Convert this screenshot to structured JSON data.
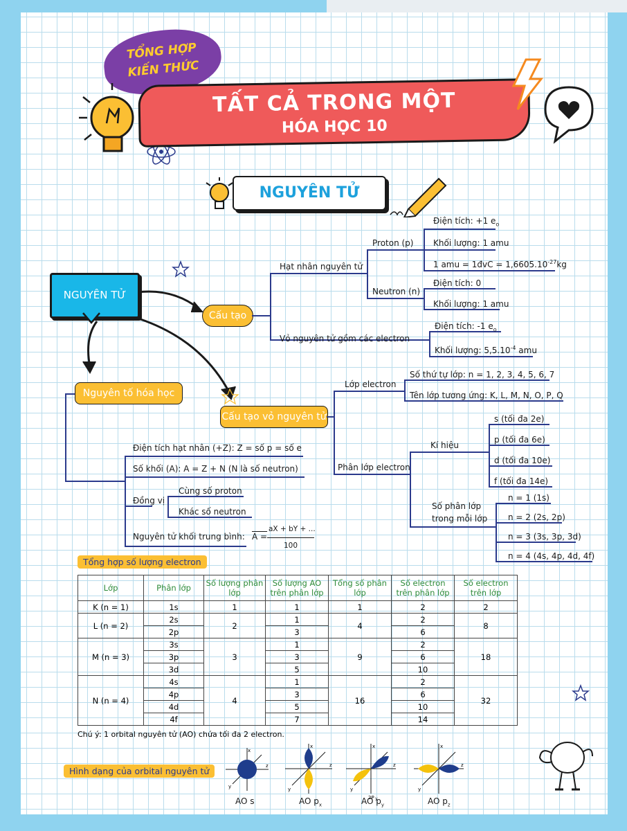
{
  "header": {
    "badge_line1": "TỔNG HỢP",
    "badge_line2": "KIẾN THỨC",
    "title": "TẤT CẢ TRONG MỘT",
    "subtitle": "HÓA HỌC 10"
  },
  "section_title": "NGUYÊN TỬ",
  "map": {
    "root": "NGUYÊN TỬ",
    "cau_tao": "Cấu tạo",
    "hat_nhan": "Hạt nhân nguyên tử",
    "proton": "Proton (p)",
    "proton_charge": "Điện tích: +1 e",
    "proton_charge_sub": "o",
    "proton_mass": "Khối lượng: 1 amu",
    "amu_def": "1 amu = 1đvC = 1,6605.10",
    "amu_exp": "-27",
    "amu_unit": "kg",
    "neutron": "Neutron (n)",
    "neutron_charge": "Điện tích: 0",
    "neutron_mass": "Khối lượng: 1 amu",
    "vo": "Vỏ nguyên tử gồm các electron",
    "electron_charge": "Điện tích: -1 e",
    "electron_charge_sub": "o",
    "electron_mass": "Khối lượng: 5,5.10",
    "electron_mass_exp": "-4",
    "electron_mass_unit": " amu",
    "nguyen_to": "Nguyên tố hóa học",
    "cau_tao_vo": "Cấu tạo vỏ nguyên tử",
    "lop_electron": "Lớp electron",
    "stt_lop": "Số thứ tự lớp: n = 1, 2, 3, 4, 5, 6, 7",
    "ten_lop": "Tên lớp tương ứng: K, L, M, N, O, P, Q",
    "phan_lop": "Phân lớp electron",
    "ki_hieu": "Kí hiệu",
    "s": "s (tối đa 2e)",
    "p": "p (tối đa 6e)",
    "d": "d (tối đa 10e)",
    "f": "f (tối đa 14e)",
    "so_phan_lop_1": "Số phân lớp",
    "so_phan_lop_2": "trong mỗi lớp",
    "n1": "n = 1 (1s)",
    "n2": "n = 2 (2s, 2p)",
    "n3": "n = 3 (3s, 3p, 3d)",
    "n4": "n = 4 (4s, 4p, 4d, 4f)",
    "dien_tich_hn": "Điện tích hạt nhân (+Z): Z = số p = số e",
    "so_khoi": "Số khối (A): A = Z + N (N là số neutron)",
    "dong_vi": "Đồng vị",
    "cung_proton": "Cùng số proton",
    "khac_neutron": "Khác số neutron",
    "nguyen_tu_khoi": "Nguyên tử khối trung bình:",
    "formula_lhs": "A =",
    "formula_num": "aX + bY + ...",
    "formula_den": "100"
  },
  "table": {
    "title": "Tổng hợp số lượng electron",
    "headers": [
      "Lớp",
      "Phân lớp",
      "Số lượng phân lớp",
      "Số lượng AO trên phân lớp",
      "Tổng số phân lớp",
      "Số electron trên phân lớp",
      "Số electron trên lớp"
    ],
    "rows": [
      {
        "lop": "K (n = 1)",
        "sub": [
          "1s"
        ],
        "count": "1",
        "ao": [
          "1"
        ],
        "total": "1",
        "e_sub": [
          "2"
        ],
        "e_lop": "2"
      },
      {
        "lop": "L (n = 2)",
        "sub": [
          "2s",
          "2p"
        ],
        "count": "2",
        "ao": [
          "1",
          "3"
        ],
        "total": "4",
        "e_sub": [
          "2",
          "6"
        ],
        "e_lop": "8"
      },
      {
        "lop": "M (n = 3)",
        "sub": [
          "3s",
          "3p",
          "3d"
        ],
        "count": "3",
        "ao": [
          "1",
          "3",
          "5"
        ],
        "total": "9",
        "e_sub": [
          "2",
          "6",
          "10"
        ],
        "e_lop": "18"
      },
      {
        "lop": "N (n = 4)",
        "sub": [
          "4s",
          "4p",
          "4d",
          "4f"
        ],
        "count": "4",
        "ao": [
          "1",
          "3",
          "5",
          "7"
        ],
        "total": "16",
        "e_sub": [
          "2",
          "6",
          "10",
          "14"
        ],
        "e_lop": "32"
      }
    ],
    "note": "Chú ý: 1 orbital nguyên tử (AO) chứa tối đa 2 electron."
  },
  "orbitals": {
    "title": "Hình dạng của orbital nguyên tử",
    "labels": [
      "AO s",
      "AO p",
      "AO p",
      "AO p"
    ],
    "subs": [
      "",
      "x",
      "y",
      "z"
    ],
    "axis_x": "x",
    "axis_y": "y",
    "axis_z": "z",
    "py_label": "2P",
    "py_label_sub": "y"
  },
  "colors": {
    "accent_red": "#ef5a5a",
    "accent_yellow": "#fbbf33",
    "accent_cyan": "#19b7e8",
    "line_navy": "#2b3a8c",
    "purple": "#7b3fa6"
  }
}
